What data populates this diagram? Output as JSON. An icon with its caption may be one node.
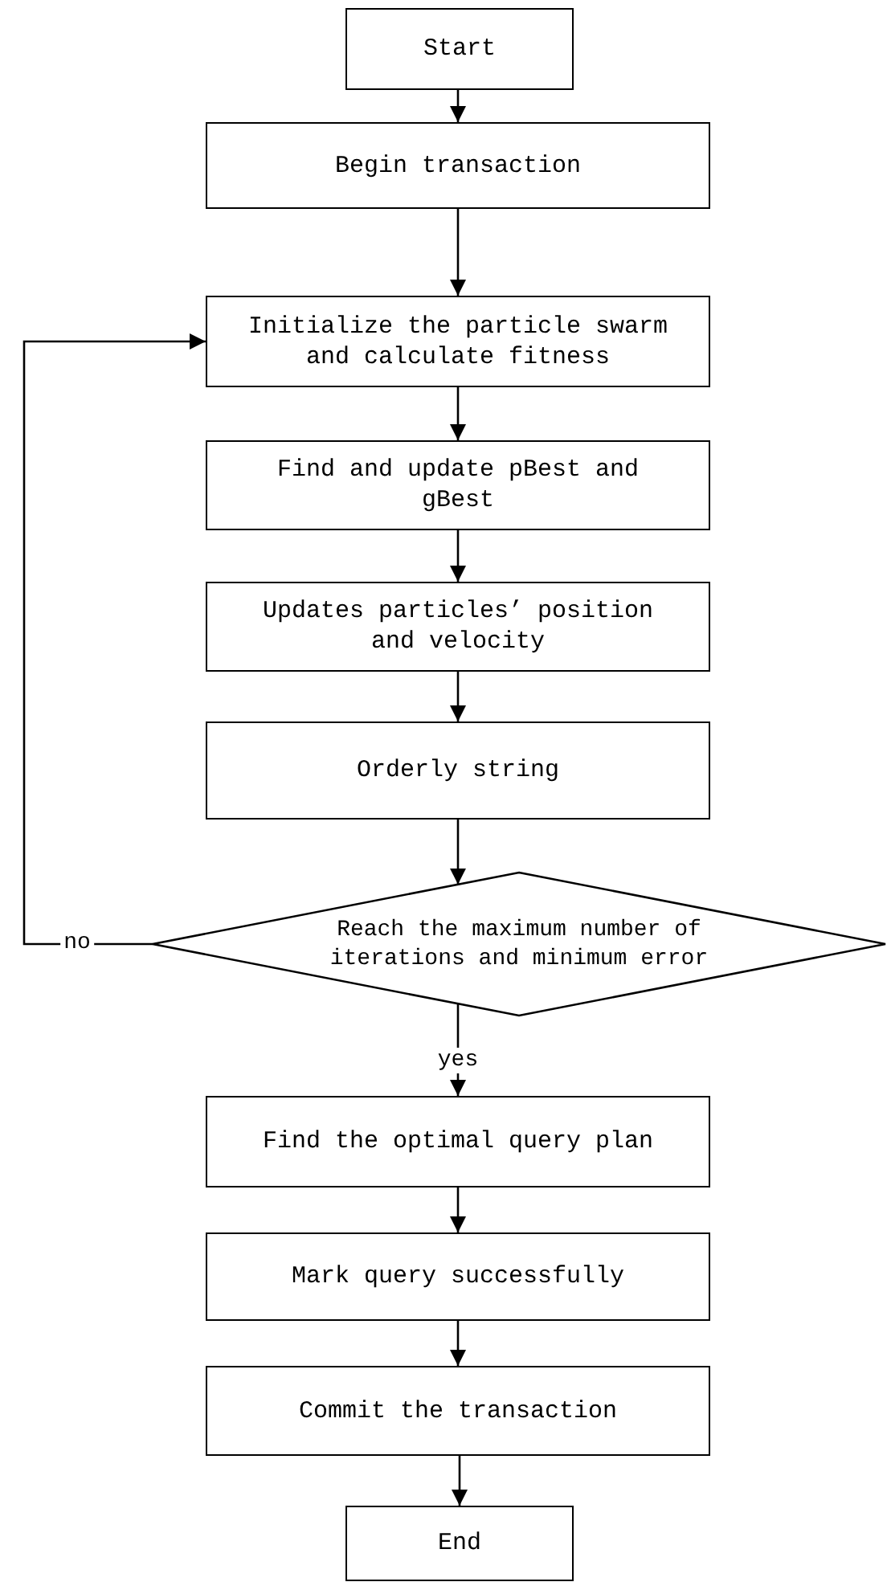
{
  "diagram": {
    "nodes": [
      {
        "text": [
          "Start"
        ]
      },
      {
        "text": [
          "Begin transaction"
        ]
      },
      {
        "text": [
          "Initialize the particle swarm and calculate fitness"
        ]
      },
      {
        "text": [
          "Find and update pBest and gBest"
        ]
      },
      {
        "text": [
          "Updates particles’ position and velocity"
        ]
      },
      {
        "text": [
          "Orderly string"
        ]
      },
      {
        "text": [
          "Reach the maximum number of iterations and minimum error"
        ]
      },
      {
        "text": [
          "Find the optimal query plan"
        ]
      },
      {
        "text": [
          "Mark query successfully"
        ]
      },
      {
        "text": [
          "Commit the transaction"
        ]
      },
      {
        "text": [
          "End"
        ]
      }
    ],
    "edges": [
      {
        "from": 0,
        "to": 1,
        "arrow": "to"
      },
      {
        "from": 1,
        "to": 2,
        "arrow": "to"
      },
      {
        "from": 2,
        "to": 3,
        "arrow": "to"
      },
      {
        "from": 3,
        "to": 4,
        "arrow": "to"
      },
      {
        "from": 4,
        "to": 5,
        "arrow": "to"
      },
      {
        "from": 5,
        "to": 6,
        "arrow": "to"
      },
      {
        "from": 6,
        "to": 2,
        "arrow": "to",
        "label": "no"
      },
      {
        "from": 6,
        "to": 7,
        "arrow": "to",
        "label": "yes"
      },
      {
        "from": 7,
        "to": 8,
        "arrow": "to"
      },
      {
        "from": 8,
        "to": 9,
        "arrow": "to"
      },
      {
        "from": 9,
        "to": 10,
        "arrow": "to"
      }
    ]
  }
}
